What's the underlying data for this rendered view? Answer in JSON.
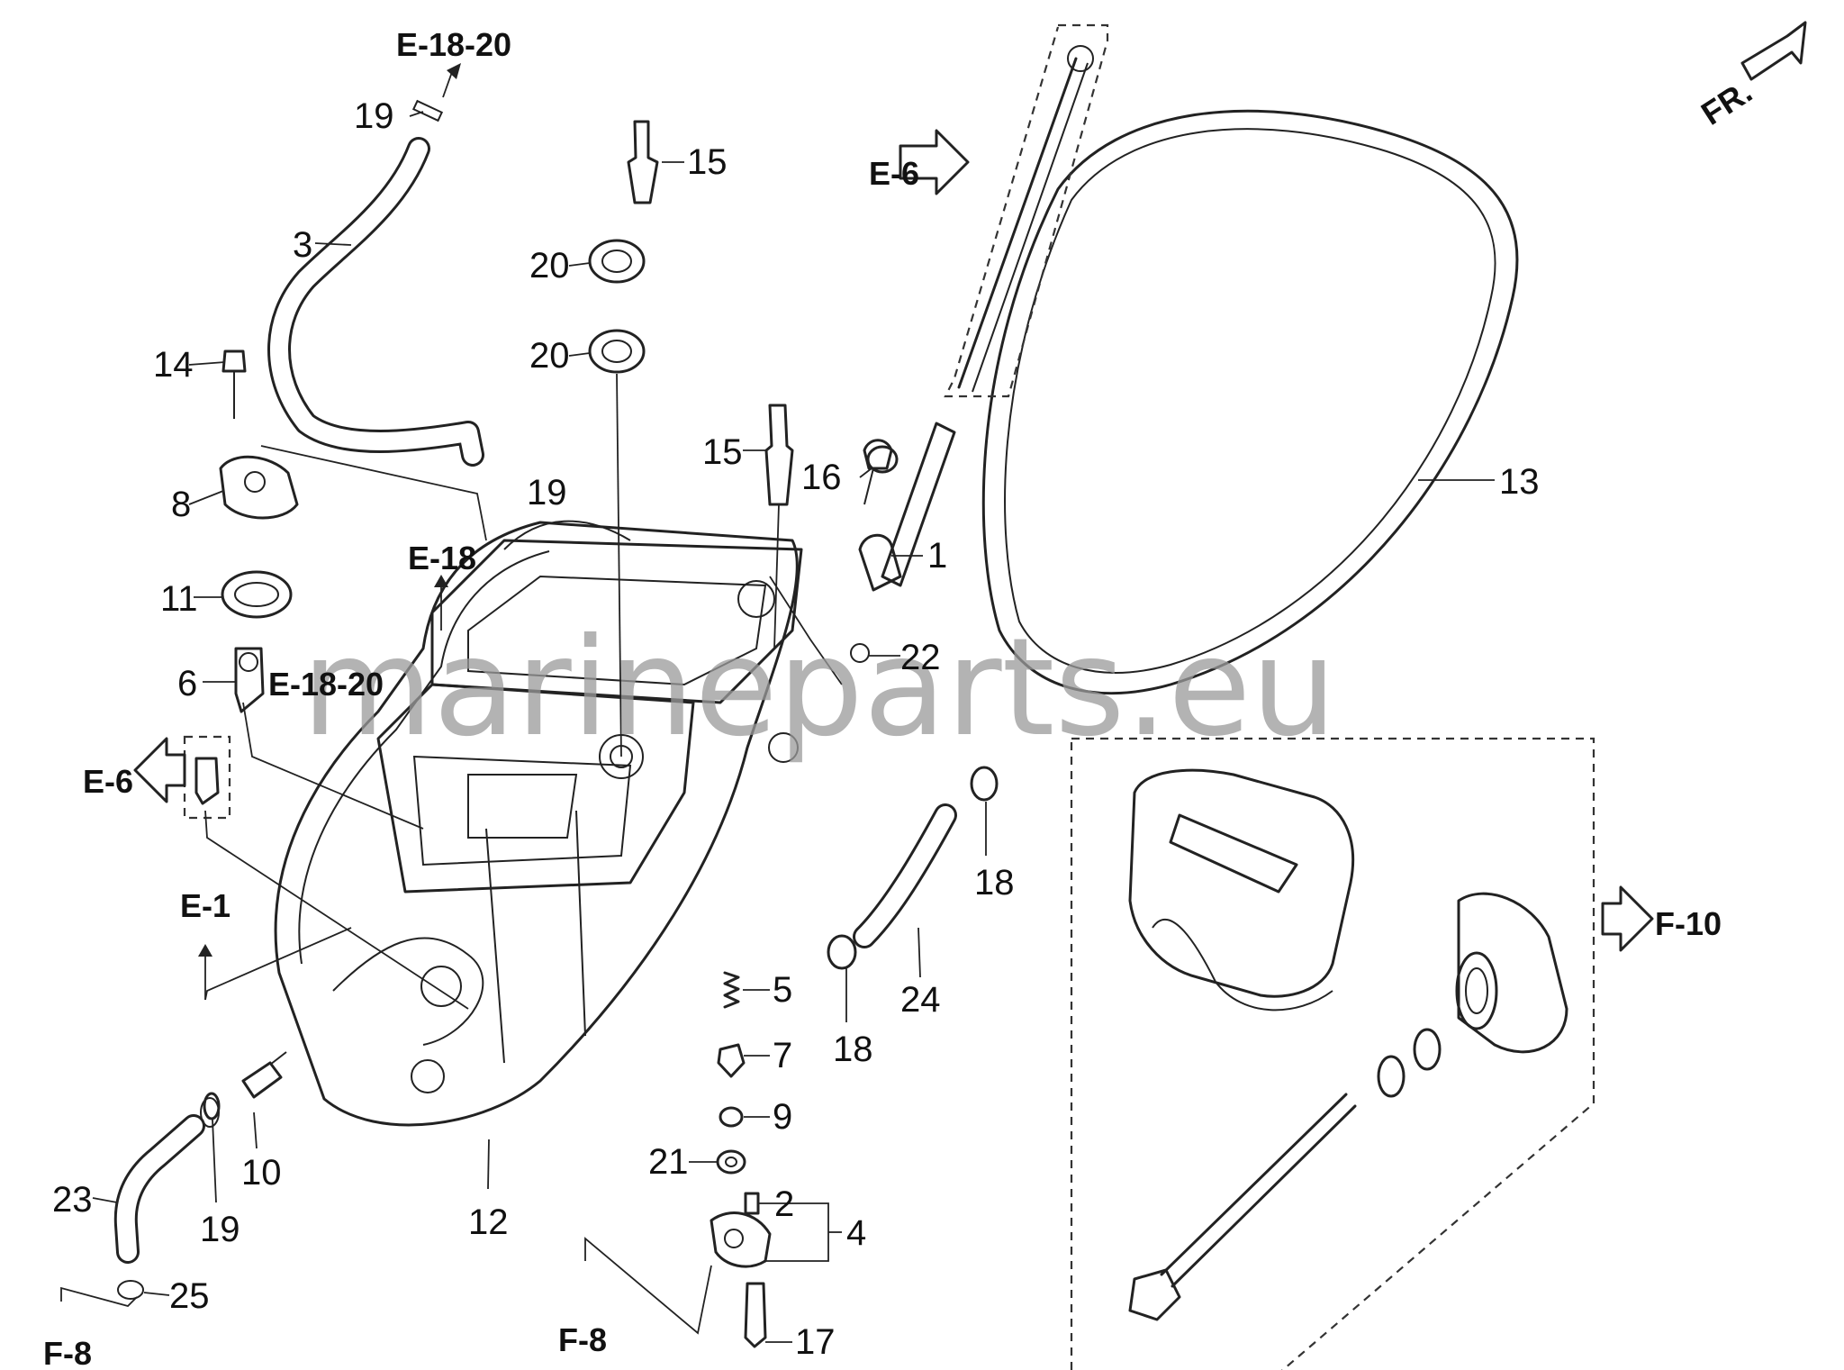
{
  "diagram": {
    "callouts": [
      "1",
      "2",
      "3",
      "4",
      "5",
      "6",
      "7",
      "8",
      "9",
      "10",
      "11",
      "12",
      "13",
      "14",
      "15",
      "15",
      "16",
      "17",
      "18",
      "18",
      "19",
      "19",
      "19",
      "20",
      "20",
      "21",
      "22",
      "23",
      "24",
      "25"
    ],
    "references": [
      "E-18-20",
      "E-6",
      "E-18",
      "E-18-20",
      "E-6",
      "E-1",
      "F-10",
      "F-8",
      "F-8"
    ],
    "direction_label": "FR.",
    "watermark": "marineparts.eu"
  }
}
